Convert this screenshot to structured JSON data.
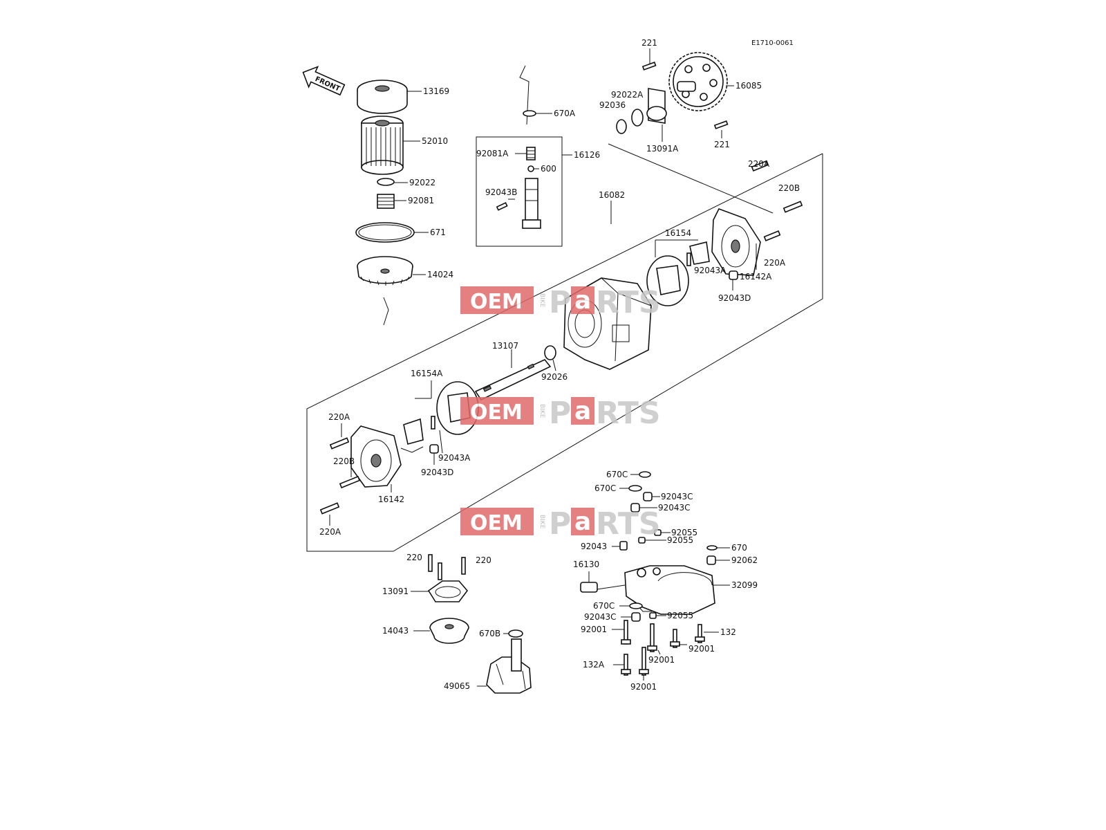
{
  "diagram": {
    "code": "E1710-0061",
    "front_label": "FRONT"
  },
  "labels": {
    "p13169": "13169",
    "p52010": "52010",
    "p92022": "92022",
    "p92081": "92081",
    "p671": "671",
    "p14024": "14024",
    "p670A": "670A",
    "p92081A": "92081A",
    "p16126": "16126",
    "p600": "600",
    "p92043B": "92043B",
    "p221a": "221",
    "p221b": "221",
    "p16085": "16085",
    "p92022A": "92022A",
    "p92036": "92036",
    "p13091A": "13091A",
    "p220A_1": "220A",
    "p220B_1": "220B",
    "p220A_2": "220A",
    "p16082": "16082",
    "p16154": "16154",
    "p92043A_1": "92043A",
    "p16142A": "16142A",
    "p92043D_1": "92043D",
    "p13107": "13107",
    "p92026": "92026",
    "p16154A": "16154A",
    "p220A_3": "220A",
    "p220B_2": "220B",
    "p92043A_2": "92043A",
    "p92043D_2": "92043D",
    "p16142": "16142",
    "p220A_4": "220A",
    "p220_1": "220",
    "p220_2": "220",
    "p13091": "13091",
    "p14043": "14043",
    "p670B": "670B",
    "p49065": "49065",
    "p670C_1": "670C",
    "p670C_2": "670C",
    "p92043C_1": "92043C",
    "p92043C_2": "92043C",
    "p92055_1": "92055",
    "p92043": "92043",
    "p92055_2": "92055",
    "p670": "670",
    "p16130": "16130",
    "p92062": "92062",
    "p32099": "32099",
    "p670C_3": "670C",
    "p92043C_3": "92043C",
    "p92055_3": "92055",
    "p92001_1": "92001",
    "p132": "132",
    "p92001_2": "92001",
    "p92001_3": "92001",
    "p132A": "132A",
    "p92001_4": "92001"
  },
  "watermark": {
    "oem": "OEM",
    "bike": "BIKE",
    "p": "P",
    "a": "a",
    "rts": "RTS"
  },
  "colors": {
    "watermark_red": "#e06a6a",
    "watermark_grey": "#c7c7c7",
    "ink": "#111111"
  }
}
